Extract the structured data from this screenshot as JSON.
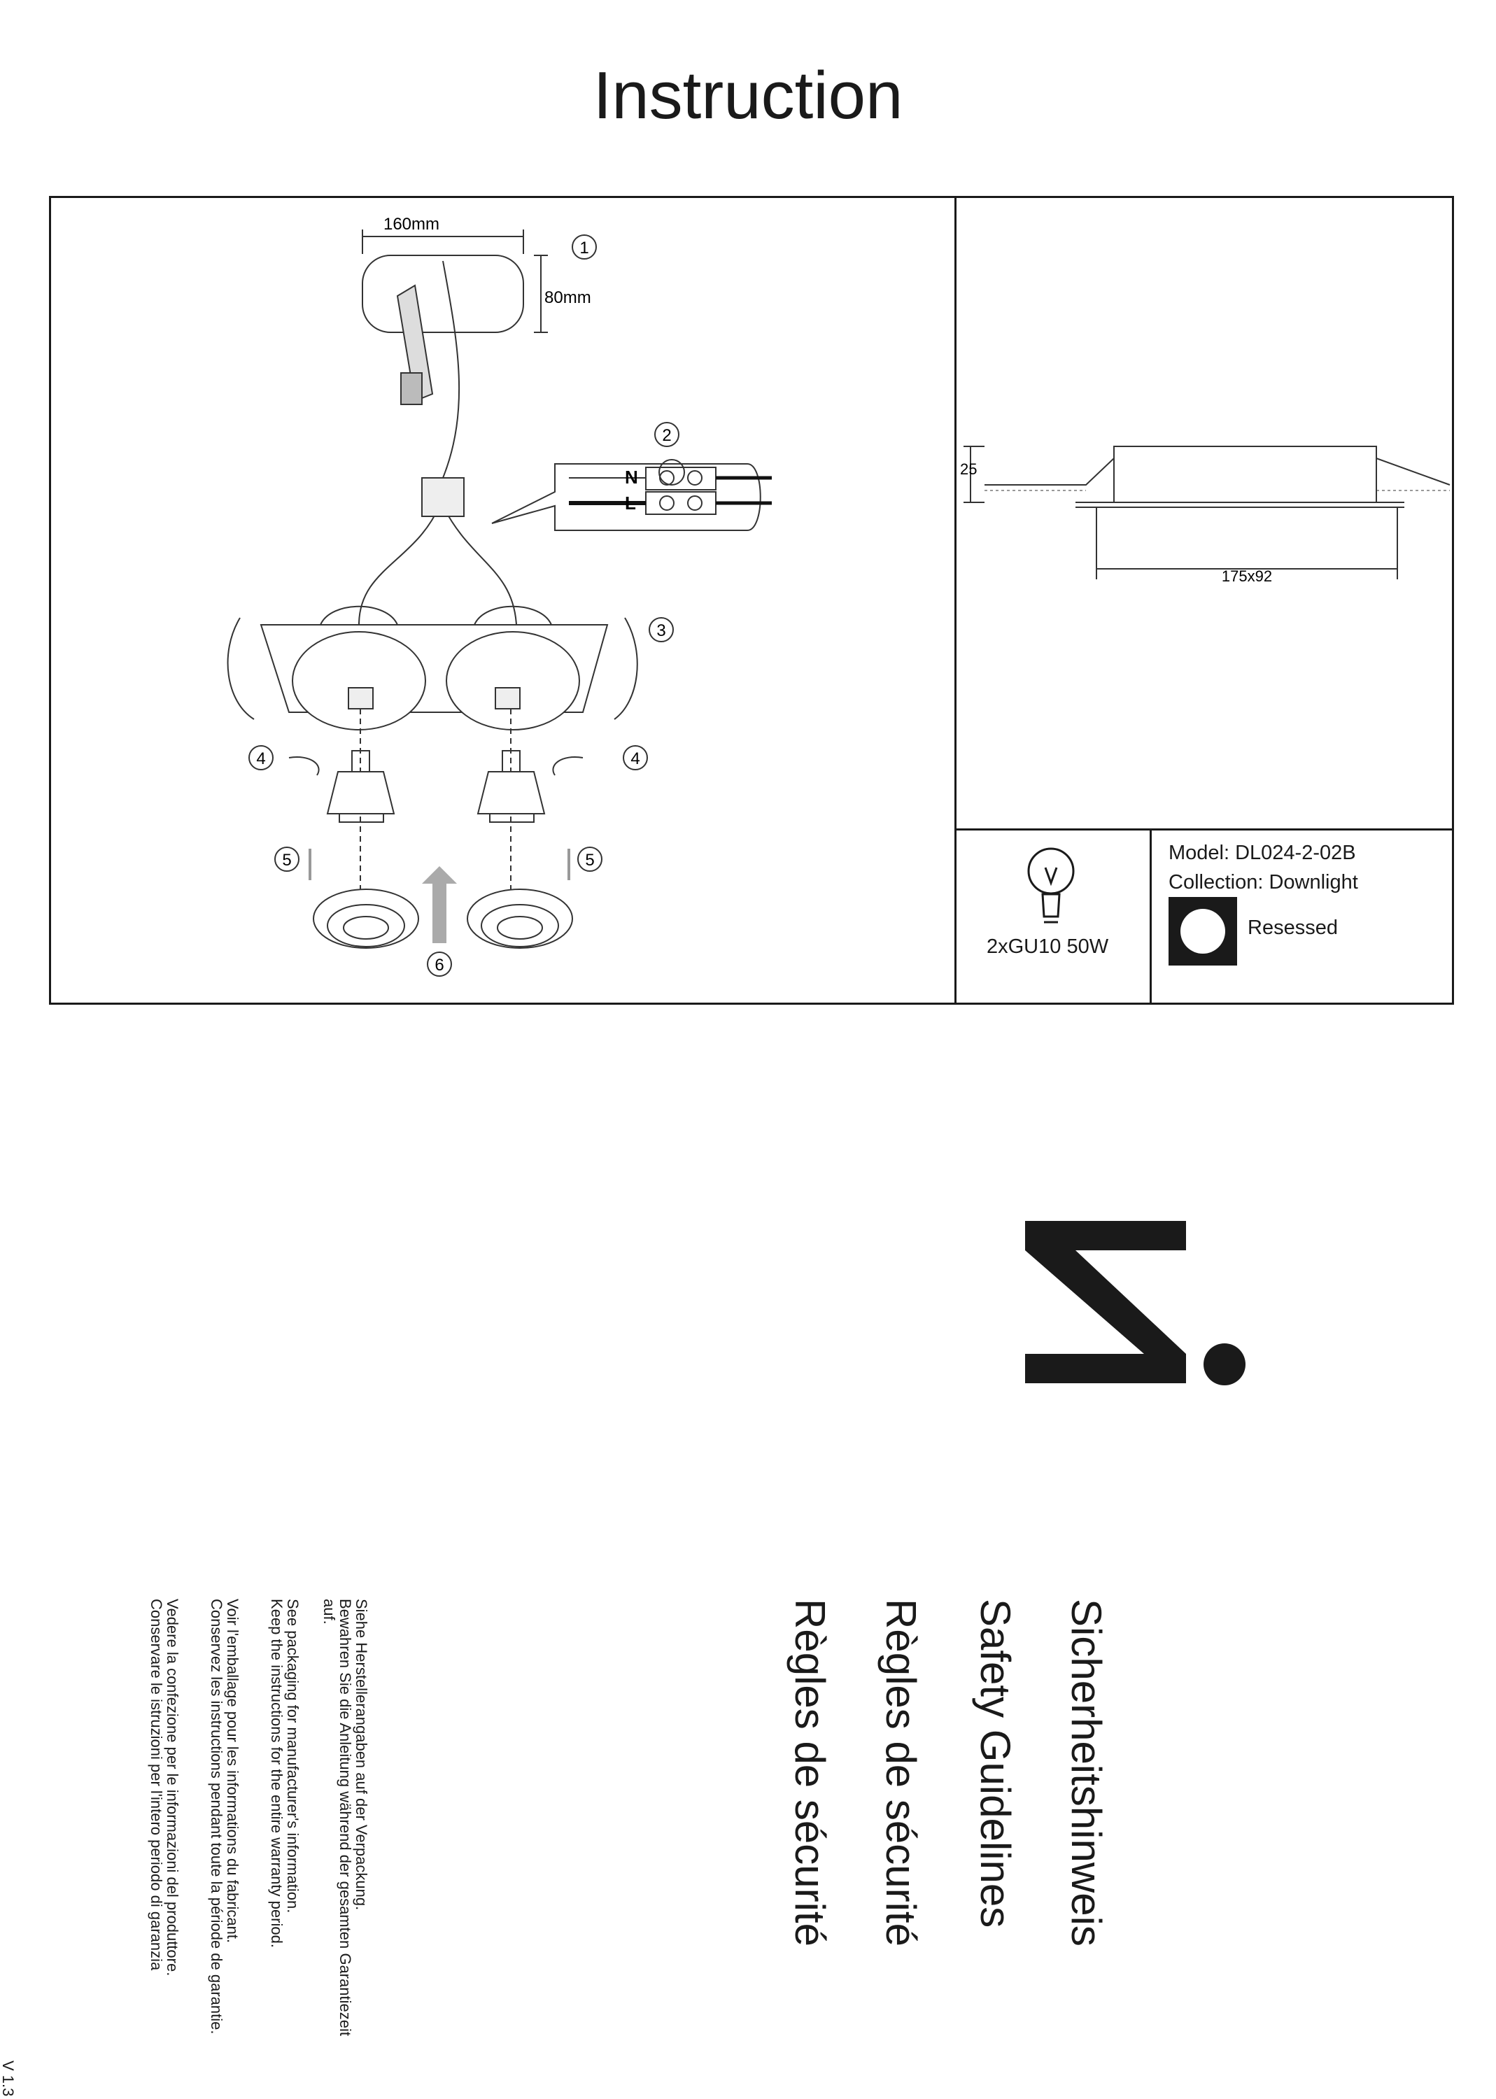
{
  "title": "Instruction",
  "diagram": {
    "cutout_width": "160mm",
    "cutout_height": "80mm",
    "steps": [
      "1",
      "2",
      "3",
      "4",
      "4",
      "5",
      "5",
      "6"
    ],
    "wire_n": "N",
    "wire_l": "L",
    "profile_height": "25",
    "profile_size": "175x92"
  },
  "specs": {
    "lamp": "2xGU10 50W",
    "model": "Model: DL024-2-02B",
    "collection": "Collection: Downlight",
    "mount": "Resessed"
  },
  "safety": {
    "headings": [
      "Sicherheitshinweis",
      "Safety Guidelines",
      "Règles de sécurité",
      "Règles de sécurité"
    ],
    "notes": [
      "Siehe Herstellerangaben auf der Verpackung.",
      "Bewahren Sie die Anleitung während der gesamten Garantiezeit",
      "auf.",
      "See packaging for manufacturer's information.",
      "Keep the instructions for the entire warranty period.",
      "Voir l'emballage pour les informations du fabricant.",
      "Conservez les instructions pendant toute la période de garantie.",
      "Vedere la confezione per le informazioni del produttore.",
      "Conservare le istruzioni per l'intero periodo di garanzia"
    ]
  },
  "version": "V 1.3"
}
